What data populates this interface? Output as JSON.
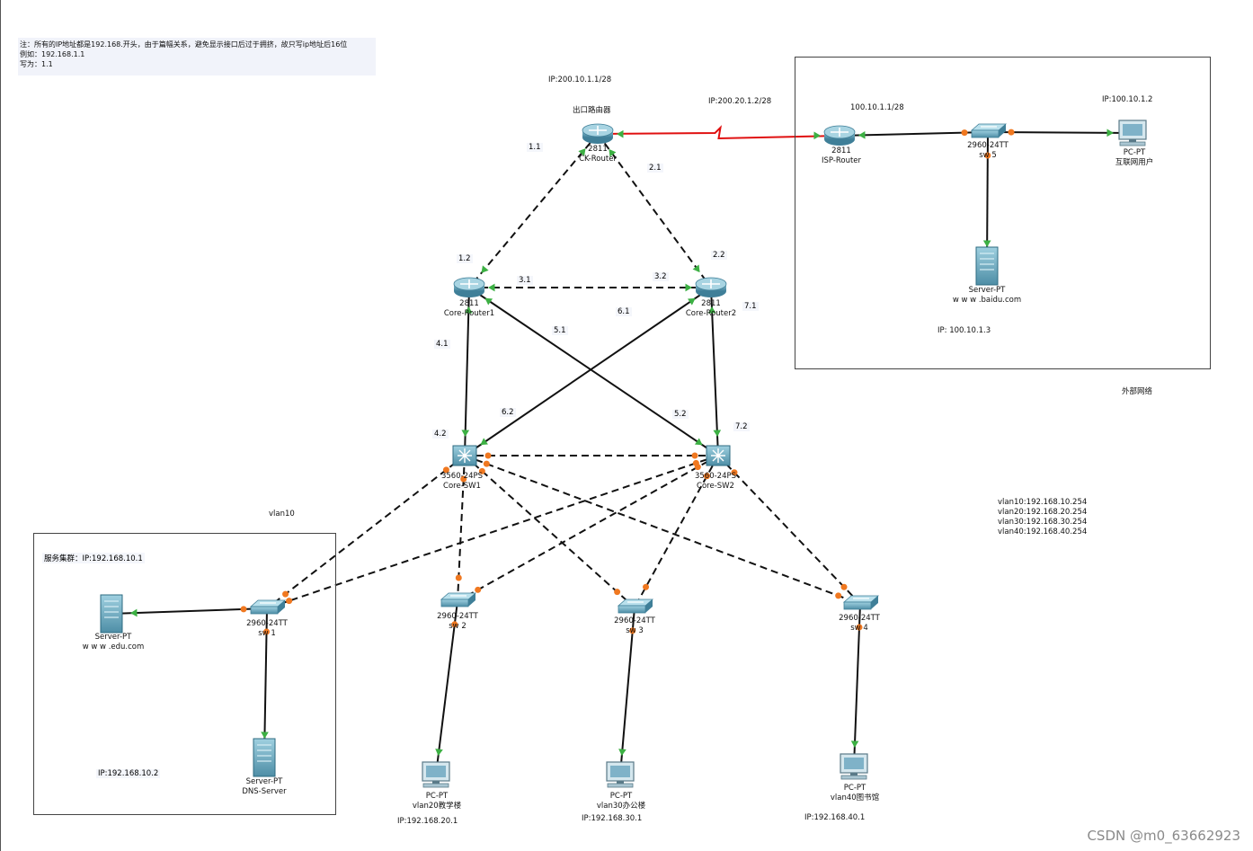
{
  "note": {
    "line1": "注：所有的IP地址都是192.168.开头，由于篇幅关系，避免显示接口后过于拥挤，故只写ip地址后16位",
    "line2": "例如：192.168.1.1",
    "line3": "写为：1.1"
  },
  "labels": {
    "ck_ip": "IP:200.10.1.1/28",
    "ck_desc": "出口路由器",
    "isp_link_ip": "IP:200.20.1.2/28",
    "isp_ip": "100.10.1.1/28",
    "pc_ext_ip": "IP:100.10.1.2",
    "baidu_ip": "IP:  100.10.1.3",
    "external_net": "外部网络",
    "vlan10": "vlan10",
    "server_group": "服务集群：IP:192.168.10.1",
    "dns_ip": "IP:192.168.10.2",
    "vlan_gw1": "vlan10:192.168.10.254",
    "vlan_gw2": "vlan20:192.168.20.254",
    "vlan_gw3": "vlan30:192.168.30.254",
    "vlan_gw4": "vlan40:192.168.40.254",
    "pc20_ip": "IP:192.168.20.1",
    "pc30_ip": "IP:192.168.30.1",
    "pc40_ip": "IP:192.168.40.1",
    "a11": "1.1",
    "a21": "2.1",
    "a12": "1.2",
    "a22": "2.2",
    "a31": "3.1",
    "a32": "3.2",
    "a61": "6.1",
    "a71": "7.1",
    "a51": "5.1",
    "a41": "4.1",
    "a62": "6.2",
    "a52": "5.2",
    "a42": "4.2",
    "a72": "7.2"
  },
  "devices": {
    "ck_router": {
      "model": "2811",
      "name": "CK-Router",
      "icon": "router-icon"
    },
    "isp_router": {
      "model": "2811",
      "name": "ISP-Router",
      "icon": "router-icon"
    },
    "sw5": {
      "model": "2960-24TT",
      "name": "sw 5",
      "icon": "switch-icon"
    },
    "pc_ext": {
      "model": "PC-PT",
      "name": "互联网用户",
      "icon": "pc-icon"
    },
    "baidu": {
      "model": "Server-PT",
      "name": "w w w .baidu.com",
      "icon": "server-icon"
    },
    "core_r1": {
      "model": "2811",
      "name": "Core-Router1",
      "icon": "router-icon"
    },
    "core_r2": {
      "model": "2811",
      "name": "Core-Router2",
      "icon": "router-icon"
    },
    "core_sw1": {
      "model": "3560-24PS",
      "name": "Core-SW1",
      "icon": "multilayer-switch-icon"
    },
    "core_sw2": {
      "model": "3560-24PS",
      "name": "Core-SW2",
      "icon": "multilayer-switch-icon"
    },
    "sw1": {
      "model": "2960-24TT",
      "name": "sw 1",
      "icon": "switch-icon"
    },
    "sw2": {
      "model": "2960-24TT",
      "name": "sw 2",
      "icon": "switch-icon"
    },
    "sw3": {
      "model": "2960-24TT",
      "name": "sw 3",
      "icon": "switch-icon"
    },
    "sw4": {
      "model": "2960-24TT",
      "name": "sw 4",
      "icon": "switch-icon"
    },
    "server_edu": {
      "model": "Server-PT",
      "name": "w w w .edu.com",
      "icon": "server-icon"
    },
    "dns": {
      "model": "Server-PT",
      "name": "DNS-Server",
      "icon": "server-icon"
    },
    "pc20": {
      "model": "PC-PT",
      "name": "vlan20教学楼",
      "icon": "pc-icon"
    },
    "pc30": {
      "model": "PC-PT",
      "name": "vlan30办公楼",
      "icon": "pc-icon"
    },
    "pc40": {
      "model": "PC-PT",
      "name": "vlan40图书馆",
      "icon": "pc-icon"
    }
  },
  "colors": {
    "link_up": "#3cb043",
    "link_port": "#f07820",
    "serial_link": "#e01010",
    "device": "#4b8fa8"
  },
  "watermark": "CSDN @m0_63662923"
}
